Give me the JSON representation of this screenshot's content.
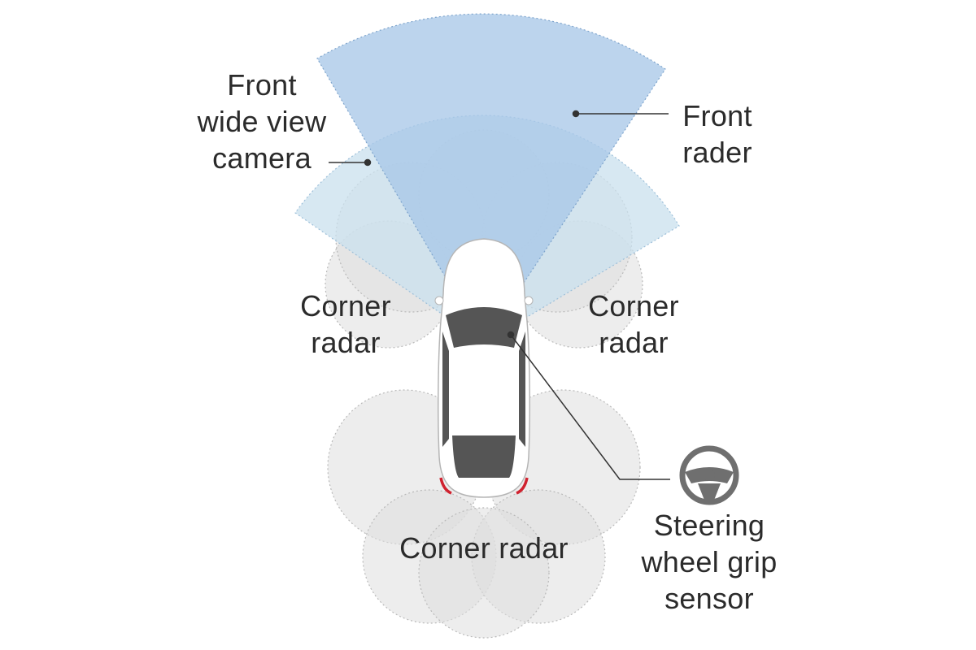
{
  "labels": {
    "front_camera": [
      "Front",
      "wide view",
      "camera"
    ],
    "front_radar": [
      "Front",
      "rader"
    ],
    "corner_radar_left": [
      "Corner",
      "radar"
    ],
    "corner_radar_right": [
      "Corner",
      "radar"
    ],
    "corner_radar_rear": "Corner radar",
    "steering_sensor": [
      "Steering",
      "wheel grip",
      "sensor"
    ]
  },
  "colors": {
    "front_radar_fill": "#a9c8e8",
    "camera_fill": "#c9e0ee",
    "corner_radar_fill": "#dedede",
    "car_body": "#ffffff",
    "car_glass": "#555555",
    "tail_light": "#d0222f",
    "icon": "#6f6f6f",
    "text": "#2b2b2b"
  },
  "icons": {
    "steering": "steering-wheel-icon"
  }
}
